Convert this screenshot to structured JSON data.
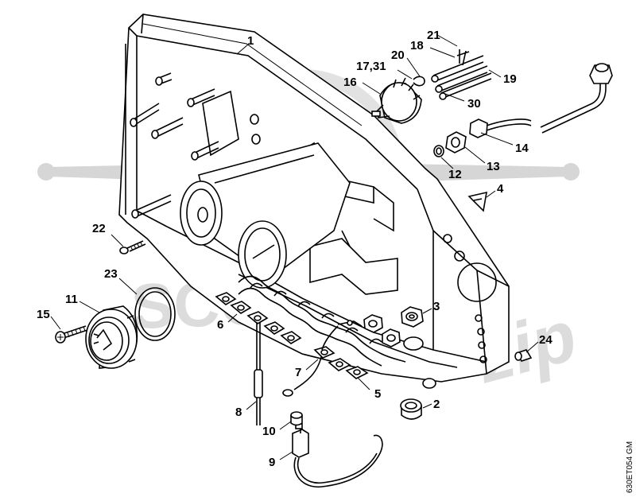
{
  "watermark": {
    "brand": "SCOOTER",
    "script": "zip"
  },
  "drawing_reference": "630ET054 GM",
  "callouts": [
    {
      "id": "c1",
      "label": "1"
    },
    {
      "id": "c2",
      "label": "2"
    },
    {
      "id": "c3",
      "label": "3"
    },
    {
      "id": "c4",
      "label": "4"
    },
    {
      "id": "c5",
      "label": "5"
    },
    {
      "id": "c6",
      "label": "6"
    },
    {
      "id": "c7",
      "label": "7"
    },
    {
      "id": "c8",
      "label": "8"
    },
    {
      "id": "c9",
      "label": "9"
    },
    {
      "id": "c10",
      "label": "10"
    },
    {
      "id": "c11",
      "label": "11"
    },
    {
      "id": "c12",
      "label": "12"
    },
    {
      "id": "c13",
      "label": "13"
    },
    {
      "id": "c14",
      "label": "14"
    },
    {
      "id": "c15",
      "label": "15"
    },
    {
      "id": "c16",
      "label": "16"
    },
    {
      "id": "c17",
      "label": "17,31"
    },
    {
      "id": "c18",
      "label": "18"
    },
    {
      "id": "c19",
      "label": "19"
    },
    {
      "id": "c20",
      "label": "20"
    },
    {
      "id": "c21",
      "label": "21"
    },
    {
      "id": "c22",
      "label": "22"
    },
    {
      "id": "c23",
      "label": "23"
    },
    {
      "id": "c24",
      "label": "24"
    },
    {
      "id": "c30",
      "label": "30"
    }
  ]
}
